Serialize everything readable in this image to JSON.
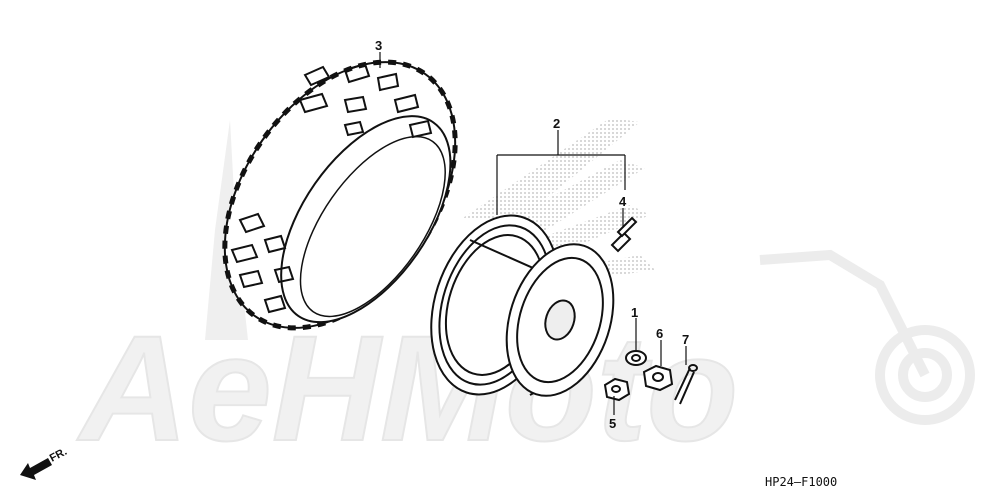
{
  "callouts": {
    "p1": "1",
    "p2": "2",
    "p3": "3",
    "p4": "4",
    "p5": "5",
    "p6": "6",
    "p7": "7"
  },
  "diagram_code": "HP24—F1000",
  "front_label": "FR.",
  "watermark": "AeHMoto",
  "colors": {
    "ink": "#111111",
    "watermark": "#eeeeee",
    "stipple": "#bdbdbd"
  }
}
